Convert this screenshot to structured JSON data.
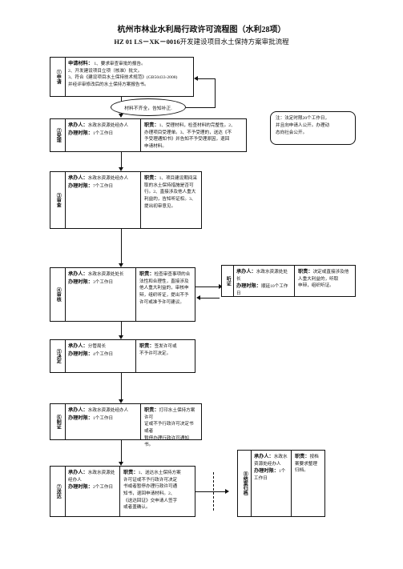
{
  "title": "杭州市林业水利局行政许可流程图（水利28项）",
  "subtitle_code": "HZ 01 LS－XK－0016",
  "subtitle_name": "开发建设项目水土保持方案审批流程",
  "oval_note": "材料不齐全，告知补正.",
  "side_note": "注：法定时限20个工作日，\n并且向申请人公开。办理动\n态向社会公开。",
  "steps": [
    {
      "label": "①申请",
      "col1_key": "申请材料：",
      "col1_text": "1、要求审查审批的报告。\n2、开发建设项目立项（核准）批文。\n3、符合《建设项目水土保持技术规范》(GB50433-2008)\n并经评审修改后的水土保持方案报告书。"
    },
    {
      "label": "②受理",
      "col1_key": "承办人：",
      "col1_val": "水政水资源处经办人",
      "col1_key2": "办理时限：",
      "col1_val2": "1个工作日",
      "col2_key": "职责：",
      "col2_text": "1、受理材料，检查材料的完整性。2、\n办理项目受理单。3、不予受理的，送达《不\n予受理通知书》并告知不予受理原因，退回\n申请材料。"
    },
    {
      "label": "③审查",
      "col1_key": "承办人：",
      "col1_val": "水政水资源处经办人",
      "col1_key2": "办理时限：",
      "col1_val2": "7个工作日",
      "col2_key": "职责：",
      "col2_text": "1、项目建设期间采\n取的水土保持措施是否可\n行。2、直接涉及他人重大\n利益的，告知听证权。3、\n提出初审意见。"
    },
    {
      "label": "④审核",
      "col1_key": "承办人：",
      "col1_val": "水政水资源处处长",
      "col1_key2": "办理时限：",
      "col1_val2": "3个工作日",
      "col2_key": "职责：",
      "col2_text": "检查审查事项的合\n法性和合理性，直接涉及\n他人重大利益的，审核申\n辩，组织听证，提出不予\n许可或准予许可建议。"
    },
    {
      "label": "⑤决定",
      "col1_key": "承办人：",
      "col1_val": "分管局长",
      "col1_key2": "办理时限：",
      "col1_val2": "4个工作日",
      "col2_key": "职责：",
      "col2_text": "签发许可或\n不予许可决定。"
    },
    {
      "label": "⑥制证",
      "col1_key": "承办人：",
      "col1_val": "水政水资源处经办人",
      "col1_key2": "办理时限：",
      "col1_val2": "1个工作日",
      "col2_key": "职责：",
      "col2_text": "打印水土保持方案许可\n证或不予行政许可决定书或者\n暂停办理行政许可通知书。"
    },
    {
      "label": "⑦送达",
      "col1_key": "承办人：",
      "col1_val": "水政水资源处经办人",
      "col1_key2": "办理时限：",
      "col1_val2": "2个工作日",
      "col2_key": "职责：",
      "col2_text": "1、送达水土保持方案\n许可证或不予行政许可决定\n书或者暂停办理行政许可通\n知书，退回申请材料。2、\n《送达回证》交申请人签字\n或者盖确认。"
    }
  ],
  "hearing": {
    "label": "听证",
    "col1_key": "承办人：",
    "col1_val": "水政水资源处处长",
    "col1_key2": "办理时限：",
    "col1_val2": "顺延10个工作日",
    "col2_key": "职责：",
    "col2_text": "决定或直接涉及他人重大利益的，听取\n申辩，组织听证。"
  },
  "archive": {
    "label": "⑧结案归档",
    "col1_key": "承办人：",
    "col1_val": "水政水资源处经办人",
    "col1_key2": "办理时限：",
    "col1_val2": "1个工作日",
    "col2_key": "职责：",
    "col2_text": "按档案要求整理归档。"
  }
}
